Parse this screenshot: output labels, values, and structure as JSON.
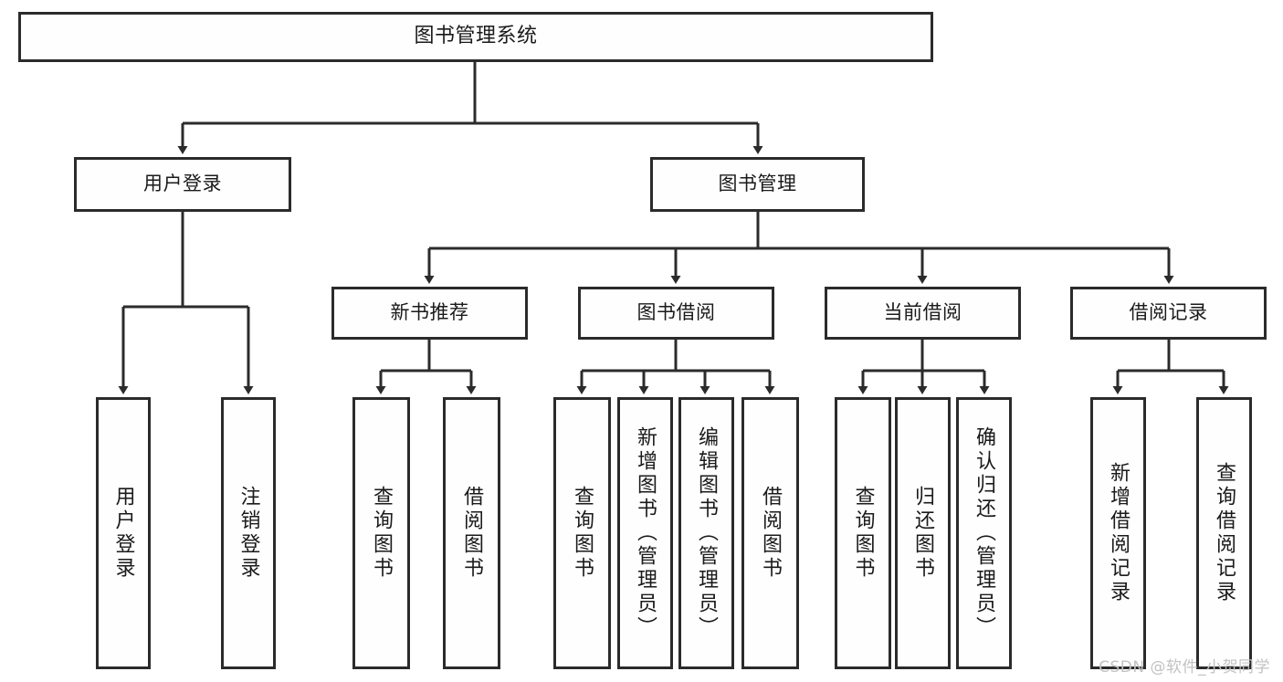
{
  "diagram": {
    "title": "图书管理系统",
    "type": "tree",
    "colors": {
      "border": "#2b2b2b",
      "box_fill": "#fefefe",
      "text": "#1a1a1a",
      "background": "#ffffff",
      "watermark": "#c2c2c2"
    },
    "root": {
      "label": "图书管理系统"
    },
    "level2": [
      {
        "id": "user-login",
        "label": "用户登录"
      },
      {
        "id": "book-manage",
        "label": "图书管理"
      }
    ],
    "level3": [
      {
        "id": "new-book-rec",
        "label": "新书推荐"
      },
      {
        "id": "book-borrow",
        "label": "图书借阅"
      },
      {
        "id": "current-borrow",
        "label": "当前借阅"
      },
      {
        "id": "borrow-record",
        "label": "借阅记录"
      }
    ],
    "leaves": {
      "user_login": [
        {
          "id": "leaf-user-login",
          "label": "用户登录"
        },
        {
          "id": "leaf-logout-login",
          "label": "注销登录"
        }
      ],
      "new_book_rec": [
        {
          "id": "leaf-query-book-1",
          "label": "查询图书"
        },
        {
          "id": "leaf-borrow-book-1",
          "label": "借阅图书"
        }
      ],
      "book_borrow": [
        {
          "id": "leaf-query-book-2",
          "label": "查询图书"
        },
        {
          "id": "leaf-add-book",
          "label": "新增图书（管理员）"
        },
        {
          "id": "leaf-edit-book",
          "label": "编辑图书（管理员）"
        },
        {
          "id": "leaf-borrow-book-2",
          "label": "借阅图书"
        }
      ],
      "current_borrow": [
        {
          "id": "leaf-query-book-3",
          "label": "查询图书"
        },
        {
          "id": "leaf-return-book",
          "label": "归还图书"
        },
        {
          "id": "leaf-confirm-return",
          "label": "确认归还（管理员）"
        }
      ],
      "borrow_record": [
        {
          "id": "leaf-add-record",
          "label": "新增借阅记录"
        },
        {
          "id": "leaf-query-record",
          "label": "查询借阅记录"
        }
      ]
    }
  },
  "watermark": {
    "text": "CSDN @软件_小贺同学"
  }
}
